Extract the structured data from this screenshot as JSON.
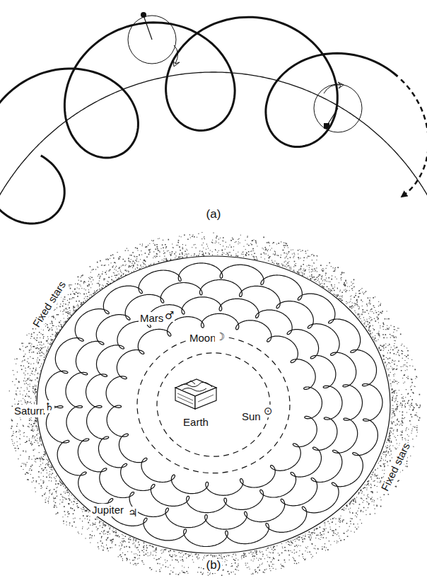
{
  "diagram": {
    "labels": [
      "(a)",
      "Fixed stars",
      "Mars",
      "♂",
      "Moon",
      "☽",
      "Saturn",
      "♄",
      "Earth",
      "Sun",
      "⊙",
      "Jupiter",
      "♃",
      "Fixed stars",
      "(b)"
    ]
  }
}
